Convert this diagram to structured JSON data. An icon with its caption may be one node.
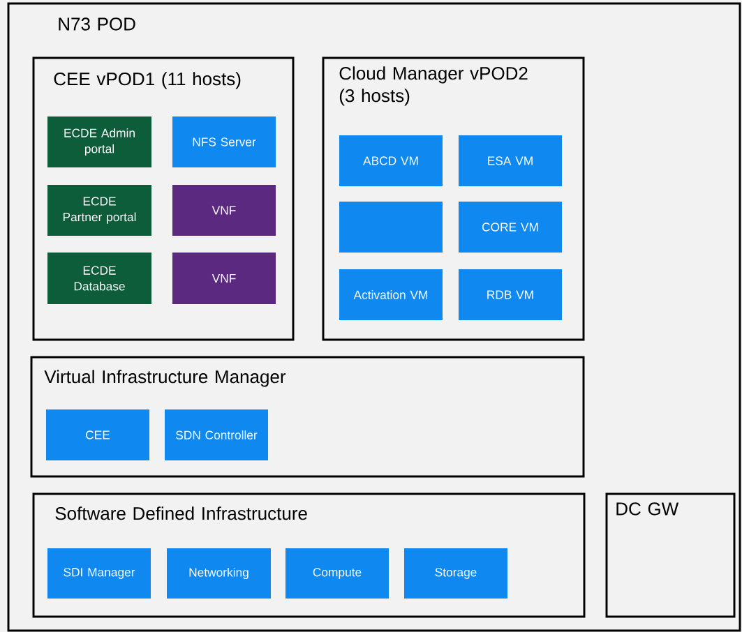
{
  "diagram": {
    "nodes": [
      {
        "text": [
          "N73 POD"
        ]
      },
      {
        "text": [
          "CEE vPOD1 (11 hosts)"
        ],
        "in": 0
      },
      {
        "text": [
          "ECDE Admin portal"
        ],
        "in": 1
      },
      {
        "text": [
          "NFS Server"
        ],
        "in": 1
      },
      {
        "text": [
          "ECDE Partner portal"
        ],
        "in": 1
      },
      {
        "text": [
          "VNF"
        ],
        "in": 1
      },
      {
        "text": [
          "ECDE Database"
        ],
        "in": 1
      },
      {
        "text": [
          "VNF"
        ],
        "in": 1
      },
      {
        "text": [
          "Cloud Manager vPOD2 (3 hosts)"
        ],
        "in": 0
      },
      {
        "text": [
          "ABCD VM"
        ],
        "in": 8
      },
      {
        "text": [
          "ESA VM"
        ],
        "in": 8
      },
      {
        "text": [],
        "shape": "box",
        "in": 8
      },
      {
        "text": [
          "CORE VM"
        ],
        "in": 8
      },
      {
        "text": [
          "Activation VM"
        ],
        "in": 8
      },
      {
        "text": [
          "RDB VM"
        ],
        "in": 8
      },
      {
        "text": [
          "Virtual Infrastructure Manager"
        ],
        "in": 0
      },
      {
        "text": [
          "CEE"
        ],
        "in": 15
      },
      {
        "text": [
          "SDN Controller"
        ],
        "in": 15
      },
      {
        "text": [
          "Software Defined Infrastructure"
        ],
        "in": 0
      },
      {
        "text": [
          "SDI Manager"
        ],
        "in": 18
      },
      {
        "text": [
          "Networking"
        ],
        "in": 18
      },
      {
        "text": [
          "Compute"
        ],
        "in": 18
      },
      {
        "text": [
          "Storage"
        ],
        "in": 18
      },
      {
        "text": [
          "DC GW"
        ],
        "in": 0
      }
    ]
  }
}
